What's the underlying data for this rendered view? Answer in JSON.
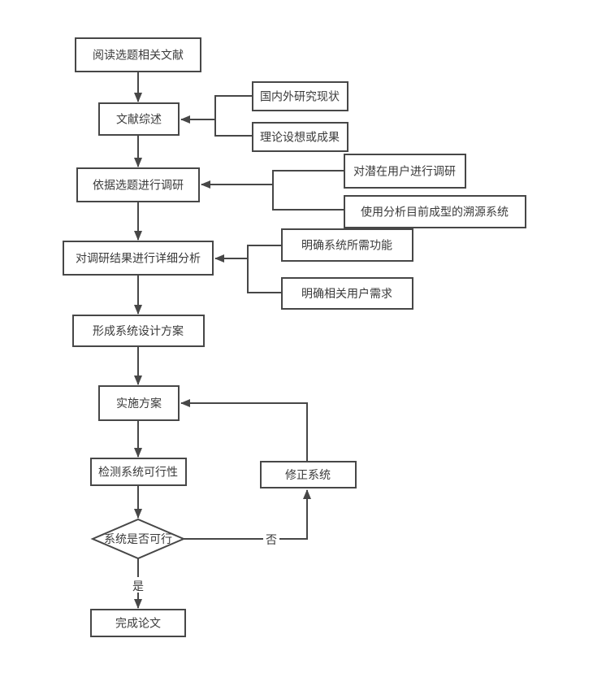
{
  "diagram": {
    "type": "flowchart",
    "language": "zh-CN",
    "colors": {
      "line": "#474747",
      "text": "#3a3a3a",
      "node_fill": "#ffffff",
      "background": "#ffffff"
    },
    "nodes": [
      {
        "id": "read-literature",
        "shape": "rect",
        "label": "阅读选题相关文献"
      },
      {
        "id": "literature-review",
        "shape": "rect",
        "label": "文献综述"
      },
      {
        "id": "research-status",
        "shape": "rect",
        "label": "国内外研究现状"
      },
      {
        "id": "theory-results",
        "shape": "rect",
        "label": "理论设想或成果"
      },
      {
        "id": "survey-by-topic",
        "shape": "rect",
        "label": "依据选题进行调研"
      },
      {
        "id": "survey-users",
        "shape": "rect",
        "label": "对潜在用户进行调研"
      },
      {
        "id": "analyze-systems",
        "shape": "rect",
        "label": "使用分析目前成型的溯源系统"
      },
      {
        "id": "analyze-results",
        "shape": "rect",
        "label": "对调研结果进行详细分析"
      },
      {
        "id": "clarify-functions",
        "shape": "rect",
        "label": "明确系统所需功能"
      },
      {
        "id": "clarify-needs",
        "shape": "rect",
        "label": "明确相关用户需求"
      },
      {
        "id": "form-design",
        "shape": "rect",
        "label": "形成系统设计方案"
      },
      {
        "id": "implement-plan",
        "shape": "rect",
        "label": "实施方案"
      },
      {
        "id": "test-feasibility",
        "shape": "rect",
        "label": "检测系统可行性"
      },
      {
        "id": "fix-system",
        "shape": "rect",
        "label": "修正系统"
      },
      {
        "id": "decision-feasible",
        "shape": "diamond",
        "label": "系统是否可行"
      },
      {
        "id": "complete-thesis",
        "shape": "rect",
        "label": "完成论文"
      }
    ],
    "edge_labels": {
      "no": "否",
      "yes": "是"
    }
  }
}
